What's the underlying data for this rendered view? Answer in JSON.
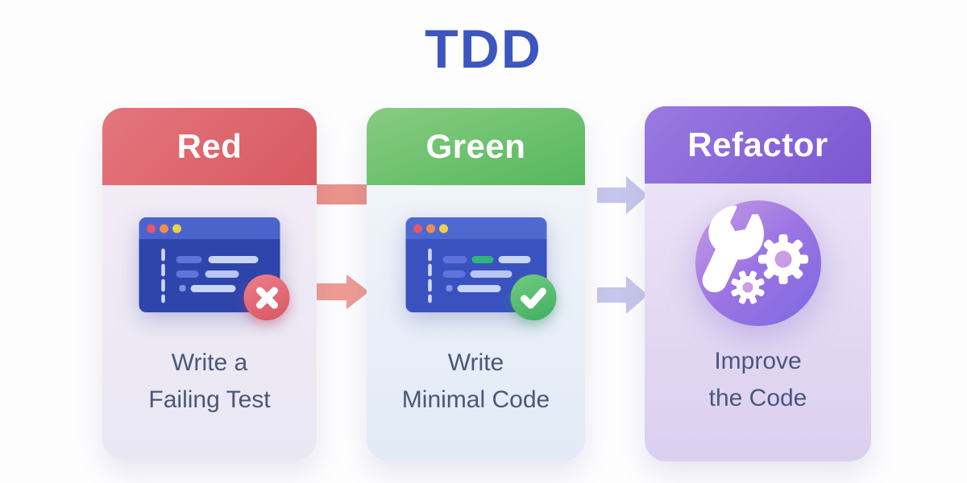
{
  "title": "TDD",
  "colors": {
    "title_blue": "#3D55BE",
    "red_header": "#DB6066",
    "green_header": "#6CBF68",
    "purple_header": "#8A68D9",
    "body_text": "#4A5778",
    "arrow_red": "#EE9B93",
    "arrow_lavender": "#C6C5EB",
    "window_blue": "#2E45AC",
    "badge_red": "#E0616C",
    "badge_green": "#52BB6F"
  },
  "cards": [
    {
      "label": "Red",
      "icon": "code-window-error-icon",
      "desc_line1": "Write a",
      "desc_line2": "Failing Test"
    },
    {
      "label": "Green",
      "icon": "code-window-success-icon",
      "desc_line1": "Write",
      "desc_line2": "Minimal Code"
    },
    {
      "label": "Refactor",
      "icon": "wrench-gears-icon",
      "desc_line1": "Improve",
      "desc_line2": "the Code"
    }
  ]
}
